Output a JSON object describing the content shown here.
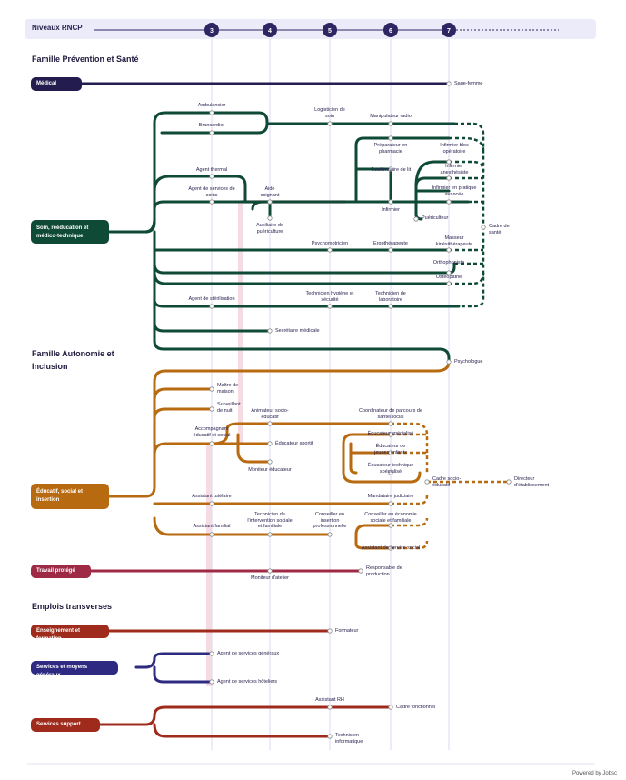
{
  "header": {
    "title": "Niveaux RNCP",
    "levels": [
      "3",
      "4",
      "5",
      "6",
      "7"
    ]
  },
  "sections": {
    "prevention": "Famille Prévention et Santé",
    "autonomie": "Famille Autonomie et Inclusion",
    "transverses": "Emplois transverses"
  },
  "lines": {
    "medical": "Médical",
    "soin": "Soin, rééducation et médico-technique",
    "educatif": "Éducatif, social et insertion",
    "travail": "Travail protégé",
    "enseignement": "Enseignement et formation",
    "services_generaux": "Services et moyens généraux",
    "support": "Services support"
  },
  "colors": {
    "medical": "#221c4f",
    "soin": "#0f4a37",
    "educatif": "#b86a10",
    "travail": "#9e2a46",
    "transverse": "#9e2b1c",
    "services": "#2e2a82",
    "header": "#2e2563"
  },
  "jobs": {
    "sage_femme": "Sage-femme",
    "ambulancier": "Ambulancier",
    "brancardier": "Brancardier",
    "logisticien": "Logisticien de soin",
    "manipulateur": "Manipulateur radio",
    "preparateur": "Préparateur en pharmacie",
    "infirmier_bloc": "Infirmier bloc opératoire",
    "infirmier_anesth": "Infirmier anesthésiste",
    "gestionnaire_lit": "Gestionnaire de lit",
    "infirmier_pratique": "Infirmier en pratique avancée",
    "agent_thermal": "Agent thermal",
    "agent_services_soins": "Agent de services de soins",
    "aide_soignant": "Aide soignant",
    "infirmier": "Infirmier",
    "puericulteur": "Puériculteur",
    "auxiliaire": "Auxiliaire de puériculture",
    "cadre_sante": "Cadre de santé",
    "psychomotricien": "Psychomotricien",
    "ergotherapeute": "Ergothérapeute",
    "masseur": "Masseur kinésithérapeute",
    "orthophoniste": "Orthophoniste",
    "osteopathe": "Ostéopathe",
    "agent_sterilisation": "Agent de stérilisation",
    "technicien_hygiene": "Technicien hygiène et sécurité",
    "technicien_labo": "Technicien de laboratoire",
    "secretaire": "Secrétaire médicale",
    "psychologue": "Psychologue",
    "maitre_maison": "Maître de maison",
    "surveillant_nuit": "Surveillant de nuit",
    "animateur": "Animateur socio-éducatif",
    "coordinateur": "Coordinateur de parcours de santé/social",
    "accompagnant": "Accompagnant éducatif et social",
    "educateur_sportif": "Éducateur sportif",
    "educateur_specialise": "Éducateur spécialisé",
    "educateur_jeunes": "Éducateur de jeunes enfants",
    "educateur_technique": "Éducateur technique spécialisé",
    "moniteur_educateur": "Moniteur éducateur",
    "cadre_socio": "Cadre socio-éducatif",
    "directeur": "Directeur d'établissement",
    "assistant_tutelaire": "Assistant tutélaire",
    "mandataire": "Mandataire judiciaire",
    "assistant_familial": "Assistant familial",
    "technicien_intervention": "Technicien de l'intervention sociale et familiale",
    "conseiller_insertion": "Conseiller en insertion professionnelle",
    "conseiller_eco": "Conseiller en économie sociale et familiale",
    "assistant_social": "Assistant de service social",
    "responsable_prod": "Responsable de production",
    "moniteur_atelier": "Moniteur d'atelier",
    "formateur": "Formateur",
    "agent_services_generaux": "Agent de services généraux",
    "agent_services_hoteliers": "Agent de services hôteliers",
    "assistant_rh": "Assistant RH",
    "cadre_fonctionnel": "Cadre fonctionnel",
    "technicien_info": "Technicien informatique"
  },
  "footer": "Powered by Jobsc"
}
